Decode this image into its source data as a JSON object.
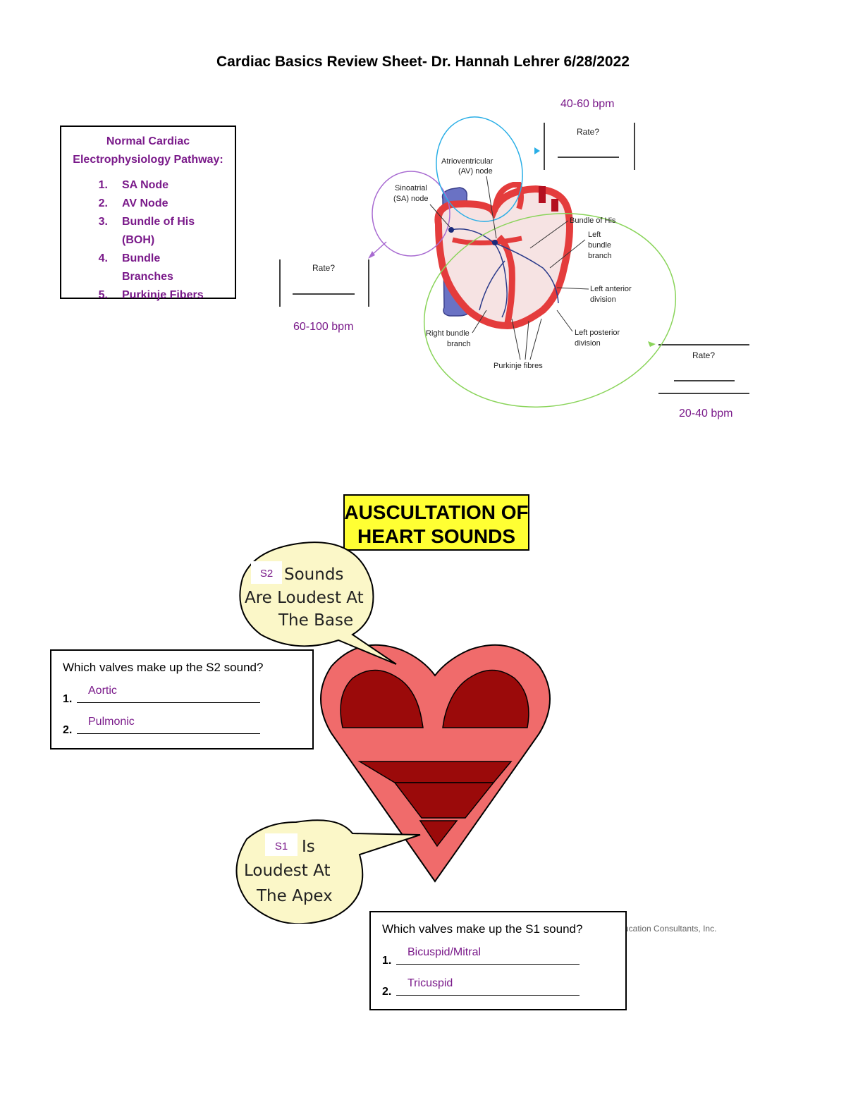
{
  "title": "Cardiac Basics Review Sheet- Dr. Hannah Lehrer 6/28/2022",
  "pathway": {
    "heading_line1": "Normal Cardiac",
    "heading_line2": "Electrophysiology Pathway:",
    "items": [
      {
        "num": "1.",
        "text": "SA Node"
      },
      {
        "num": "2.",
        "text": "AV Node"
      },
      {
        "num": "3.",
        "text": "Bundle of His"
      },
      {
        "num": "",
        "text": "(BOH)"
      },
      {
        "num": "4.",
        "text": "Bundle Branches"
      },
      {
        "num": "5.",
        "text": "Purkinje Fibers"
      }
    ]
  },
  "rates": {
    "av_bpm": "40-60 bpm",
    "sa_bpm": "60-100 bpm",
    "purkinje_bpm": "20-40 bpm",
    "rate_label": "Rate?"
  },
  "diagram_labels": {
    "av_line1": "Atrioventricular",
    "av_line2": "(AV) node",
    "sa_line1": "Sinoatrial",
    "sa_line2": "(SA) node",
    "bundle_his": "Bundle of His",
    "left_bundle_1": "Left",
    "left_bundle_2": "bundle",
    "left_bundle_3": "branch",
    "left_anterior_1": "Left anterior",
    "left_anterior_2": "division",
    "left_posterior_1": "Left posterior",
    "left_posterior_2": "division",
    "right_bundle_1": "Right bundle",
    "right_bundle_2": "branch",
    "purkinje": "Purkinje fibres"
  },
  "auscultation": {
    "banner_line1": "AUSCULTATION OF",
    "banner_line2": "HEART SOUNDS",
    "top_bubble_label": "S2",
    "top_bubble_line1": "Sounds",
    "top_bubble_line2": "Are Loudest At",
    "top_bubble_line3": "The Base",
    "bottom_bubble_label": "S1",
    "bottom_bubble_line1": "Is",
    "bottom_bubble_line2": "Loudest At",
    "bottom_bubble_line3": "The Apex",
    "credit": "ucation Consultants, Inc."
  },
  "s2_question": {
    "question": "Which valves make up the S2 sound?",
    "answers": [
      {
        "num": "1.",
        "text": "Aortic"
      },
      {
        "num": "2.",
        "text": "Pulmonic"
      }
    ]
  },
  "s1_question": {
    "question": "Which valves make up the S1 sound?",
    "answers": [
      {
        "num": "1.",
        "text": "Bicuspid/Mitral"
      },
      {
        "num": "2.",
        "text": "Tricuspid"
      }
    ]
  },
  "colors": {
    "label_purple": "#7a1a8a",
    "heart_outer": "#f06b6b",
    "heart_inner": "#9b0a0a",
    "bubble": "#fbf7c8",
    "banner": "#ffff33",
    "sa_loop": "#a86bd1",
    "av_loop": "#29aee6",
    "purkinje_loop": "#8ad45a"
  }
}
